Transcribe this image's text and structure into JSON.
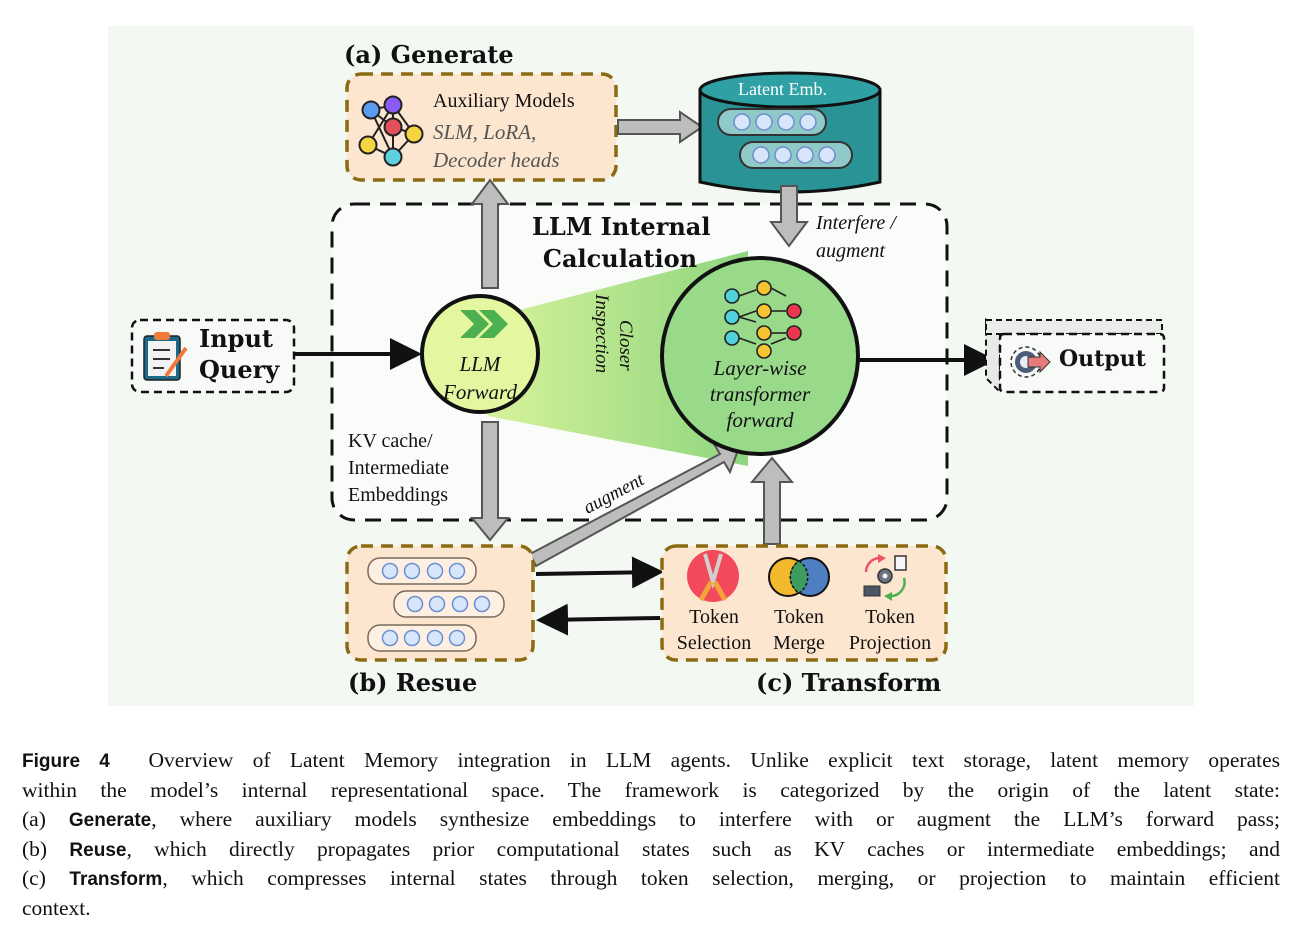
{
  "figure": {
    "sections": {
      "generate": "(a) Generate",
      "reuse": "(b) Resue",
      "transform": "(c) Transform"
    },
    "auxiliary_models": {
      "title": "Auxiliary Models",
      "subtitle_line1": "SLM, LoRA,",
      "subtitle_line2": "Decoder heads",
      "icon": "neural-network-icon"
    },
    "latent_emb": {
      "label": "Latent Emb.",
      "icon": "database-cylinder-icon"
    },
    "llm_internal": {
      "title_line1": "LLM Internal",
      "title_line2": "Calculation"
    },
    "interfere_label_line1": "Interfere /",
    "interfere_label_line2": "augment",
    "input_query": {
      "line1": "Input",
      "line2": "Query",
      "icon": "clipboard-checklist-icon"
    },
    "llm_forward": {
      "line1": "LLM",
      "line2": "Forward",
      "icon": "double-chevron-right-icon"
    },
    "closer_inspection": {
      "line1": "Closer",
      "line2": "Inspection"
    },
    "layerwise": {
      "line1": "Layer-wise",
      "line2": "transformer",
      "line3": "forward",
      "icon": "layer-graph-icon"
    },
    "output": {
      "label": "Output",
      "icon": "gear-export-icon"
    },
    "kv_cache": {
      "line1": "KV cache/",
      "line2": "Intermediate",
      "line3": "Embeddings"
    },
    "augment_label": "augment",
    "transform_items": [
      {
        "line1": "Token",
        "line2": "Selection",
        "icon": "pruning-shears-icon"
      },
      {
        "line1": "Token",
        "line2": "Merge",
        "icon": "venn-merge-icon"
      },
      {
        "line1": "Token",
        "line2": "Projection",
        "icon": "projection-cycle-icon"
      }
    ],
    "colors": {
      "background": "#f3f8f3",
      "box_fill": "#fde6d0",
      "box_border": "#8b6a14",
      "cylinder": "#2a9396",
      "llm_forward_fill": "#e4f6a0",
      "layerwise_fill": "#98d98a",
      "arrow_gray": "#bdbdbd",
      "token_dot": "#d7e6fb"
    }
  },
  "caption": {
    "label": "Figure 4",
    "line1": "Overview of Latent Memory integration in LLM agents. Unlike explicit text storage, latent memory operates",
    "line2": "within the model’s internal representational space. The framework is categorized by the origin of the latent state:",
    "line3_prefix": "(a) ",
    "line3_kw": "Generate",
    "line3_rest": ", where auxiliary models synthesize embeddings to interfere with or augment the LLM’s forward pass;",
    "line4_prefix": "(b) ",
    "line4_kw": "Reuse",
    "line4_rest": ", which directly propagates prior computational states such as KV caches or intermediate embeddings; and",
    "line5_prefix": "(c) ",
    "line5_kw": "Transform",
    "line5_rest": ", which compresses internal states through token selection, merging, or projection to maintain efficient",
    "line6": "context."
  }
}
